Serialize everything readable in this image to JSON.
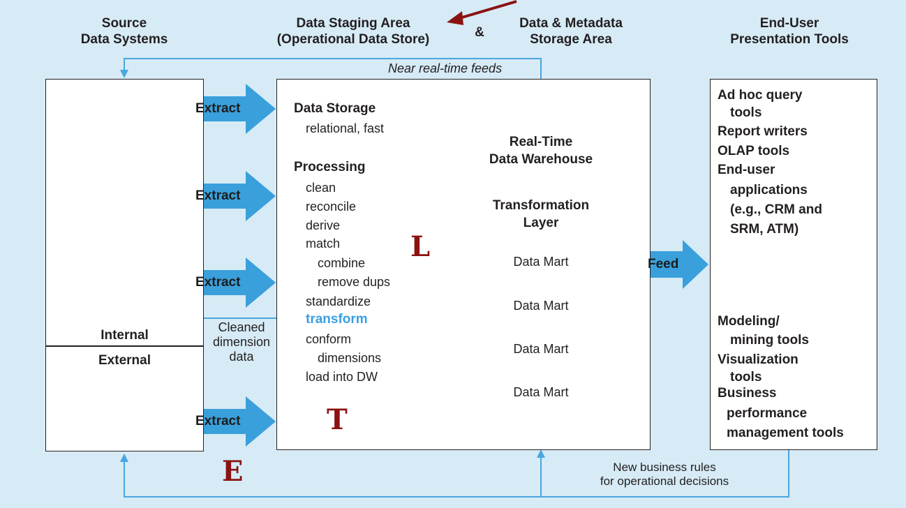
{
  "headers": {
    "source_line1": "Source",
    "source_line2": "Data Systems",
    "staging_line1": "Data Staging Area",
    "staging_line2": "(Operational Data Store)",
    "ampersand": "&",
    "storage_line1": "Data & Metadata",
    "storage_line2": "Storage Area",
    "enduser_line1": "End-User",
    "enduser_line2": "Presentation Tools"
  },
  "feeds": {
    "near_realtime": "Near real-time feeds",
    "cleaned_line1": "Cleaned",
    "cleaned_line2": "dimension",
    "cleaned_line3": "data",
    "new_rules_line1": "New business rules",
    "new_rules_line2": "for operational decisions"
  },
  "source": {
    "extract_labels": [
      "Extract",
      "Extract",
      "Extract",
      "Extract"
    ],
    "internal_label": "Internal",
    "external_label": "External"
  },
  "staging": {
    "data_storage_title": "Data Storage",
    "data_storage_desc": "relational, fast",
    "processing_title": "Processing",
    "steps": [
      "clean",
      "reconcile",
      "derive",
      "match",
      "combine",
      "remove dups",
      "standardize",
      "transform",
      "conform",
      "dimensions",
      "load into DW"
    ]
  },
  "warehouse": {
    "title_line1": "Real-Time",
    "title_line2": "Data Warehouse",
    "layer_line1": "Transformation",
    "layer_line2": "Layer",
    "marts": [
      "Data Mart",
      "Data Mart",
      "Data Mart",
      "Data Mart"
    ]
  },
  "feed_label": "Feed",
  "etl_letters": {
    "e": "E",
    "t": "T",
    "l": "L"
  },
  "tools": {
    "items": [
      "Ad hoc query",
      "tools",
      "Report writers",
      "OLAP tools",
      "End-user",
      "applications",
      "(e.g., CRM and",
      "SRM, ATM)",
      "Modeling/",
      "mining tools",
      "Visualization",
      "tools",
      "Business",
      "performance",
      "management tools"
    ]
  },
  "colors": {
    "background": "#d6ebf6",
    "arrow_blue": "#3aa0dc",
    "line_blue": "#49a6de",
    "highlight_blue": "#3a9fe0",
    "etl_red": "#8b1212",
    "dashed_red": "#8b1a1a"
  }
}
